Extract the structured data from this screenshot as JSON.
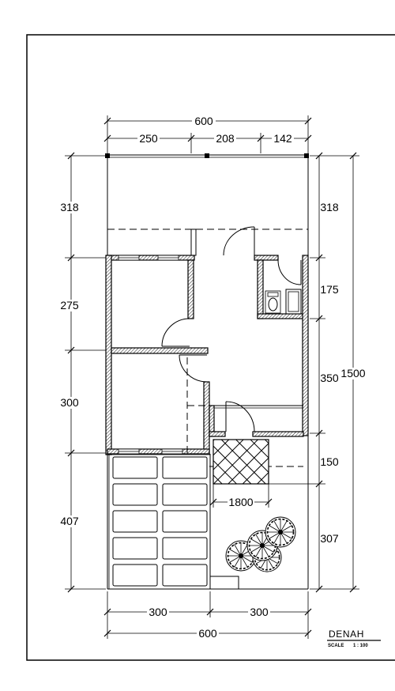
{
  "drawing": {
    "title": "DENAH",
    "scale_label": "SCALE",
    "scale_value": "1 : 100"
  },
  "dimensions": {
    "top_total": "600",
    "top_1": "250",
    "top_2": "208",
    "top_3": "142",
    "left_1": "318",
    "left_2": "275",
    "left_3": "300",
    "left_4": "407",
    "right_1": "318",
    "right_2": "175",
    "right_3": "350",
    "right_4": "150",
    "right_5": "307",
    "right_total": "1500",
    "garden_width": "1800",
    "bottom_1": "300",
    "bottom_2": "300",
    "bottom_total": "600"
  }
}
